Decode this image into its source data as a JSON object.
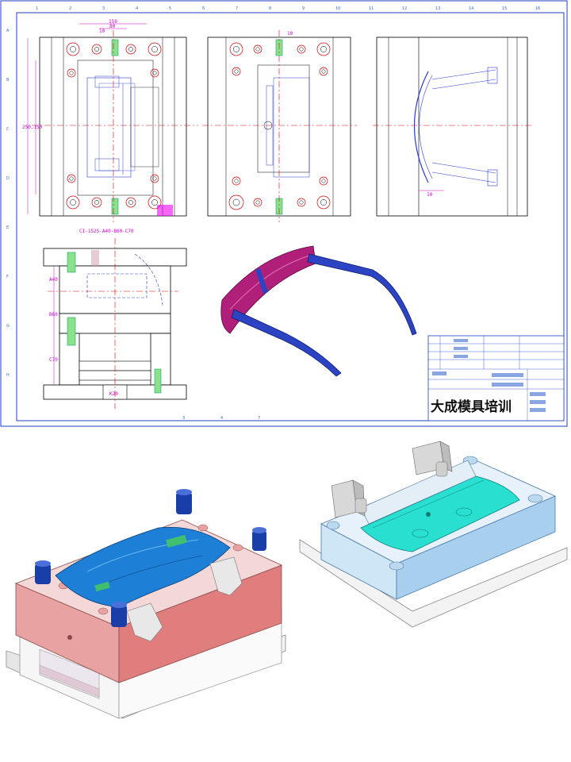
{
  "sheet": {
    "model_code": "CI-1525-A40-B60-C70",
    "brand": "大成模具培训",
    "dims": {
      "width_top": "150",
      "width_inner_a": "80",
      "width_inner_b": "10",
      "height_side": "250.150",
      "side_a": "A40",
      "side_b": "B60",
      "side_c": "C70",
      "side_k": "K20",
      "dim_top_right": "10",
      "dim_bottom_right": "10"
    },
    "ruler_top": [
      "1",
      "2",
      "3",
      "4",
      "5",
      "6",
      "7",
      "8",
      "9",
      "10",
      "11",
      "12",
      "13",
      "14",
      "15",
      "16"
    ],
    "ruler_left": [
      "A",
      "B",
      "C",
      "D",
      "E",
      "F",
      "G",
      "H"
    ],
    "ruler_bottom": [
      "3",
      "4",
      "7"
    ]
  },
  "colors": {
    "frame": "#1f3fbf",
    "center_line": "#e00000",
    "dimension": "#cc00cc",
    "guide_pin": "#1a3ea8",
    "lens": "#b0207a",
    "temple": "#2c44c4",
    "cavity_plate": "#e9a2a2",
    "part_blue": "#1e7fd6",
    "core_cyan": "#29e0d0",
    "plate_light_blue": "#cfe6f7"
  },
  "icons": [
    "guide-pin-icon",
    "bolt-hole-icon",
    "sprue-icon"
  ]
}
